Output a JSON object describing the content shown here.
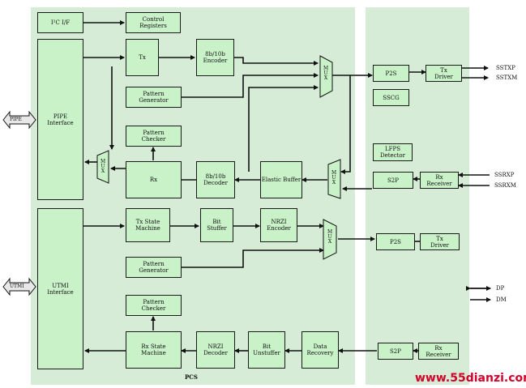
{
  "panels": {
    "pcs_label": "PCS"
  },
  "blocks": {
    "i2c_if": "I²C I/F",
    "control_registers": "Control\nRegisters",
    "pipe_interface": "PIPE\nInterface",
    "tx": "Tx",
    "encoder_8b10b": "8b/10b\nEncoder",
    "pattern_generator_top": "Pattern\nGenerator",
    "pattern_checker_top": "Pattern\nChecker",
    "rx": "Rx",
    "decoder_8b10b": "8b/10b\nDecoder",
    "elastic_buffer": "Elastic Buffer",
    "utmi_interface": "UTMI\nInterface",
    "tx_state_machine": "Tx State\nMachine",
    "bit_stuffer": "Bit\nStuffer",
    "nrzi_encoder": "NRZI\nEncoder",
    "pattern_generator_bottom": "Pattern\nGenerator",
    "pattern_checker_bottom": "Pattern\nChecker",
    "rx_state_machine": "Rx State\nMachine",
    "nrzi_decoder": "NRZI\nDecoder",
    "bit_unstuffer": "Bit\nUnstuffer",
    "data_recovery": "Data\nRecovery",
    "p2s_top": "P2S",
    "sscg": "SSCG",
    "tx_driver_top": "Tx\nDriver",
    "lfps_detector": "LFPS\nDetector",
    "s2p_top": "S2P",
    "rx_receiver_top": "Rx\nReceiver",
    "p2s_bottom": "P2S",
    "tx_driver_bottom": "Tx\nDriver",
    "s2p_bottom": "S2P",
    "rx_receiver_bottom": "Rx\nReceiver"
  },
  "mux_label": "M\nU\nX",
  "external": {
    "pipe": "PIPE",
    "utmi": "UTMI",
    "sstxp": "SSTXP",
    "sstxm": "SSTXM",
    "ssrxp": "SSRXP",
    "ssrxm": "SSRXM",
    "dp": "DP",
    "dm": "DM"
  },
  "watermark": "www.55dianzi.com"
}
